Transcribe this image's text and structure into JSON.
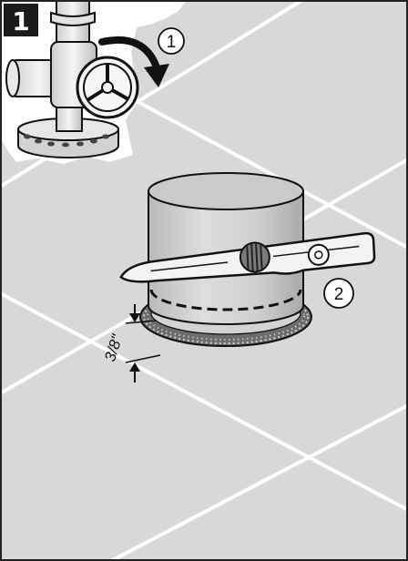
{
  "step": {
    "number": "1"
  },
  "callouts": {
    "valve": "1",
    "cutter": "2"
  },
  "dimension": {
    "label": "3/8\""
  },
  "colors": {
    "floor": "#d8d8d8",
    "tile_lines": "#ffffff",
    "badge": "#1a1a1a",
    "outline": "#111111"
  },
  "icons": {
    "rotate_arrow": "curved-arrow-icon",
    "handwheel": "valve-handwheel-icon",
    "cutter": "tubing-cutter-icon"
  }
}
